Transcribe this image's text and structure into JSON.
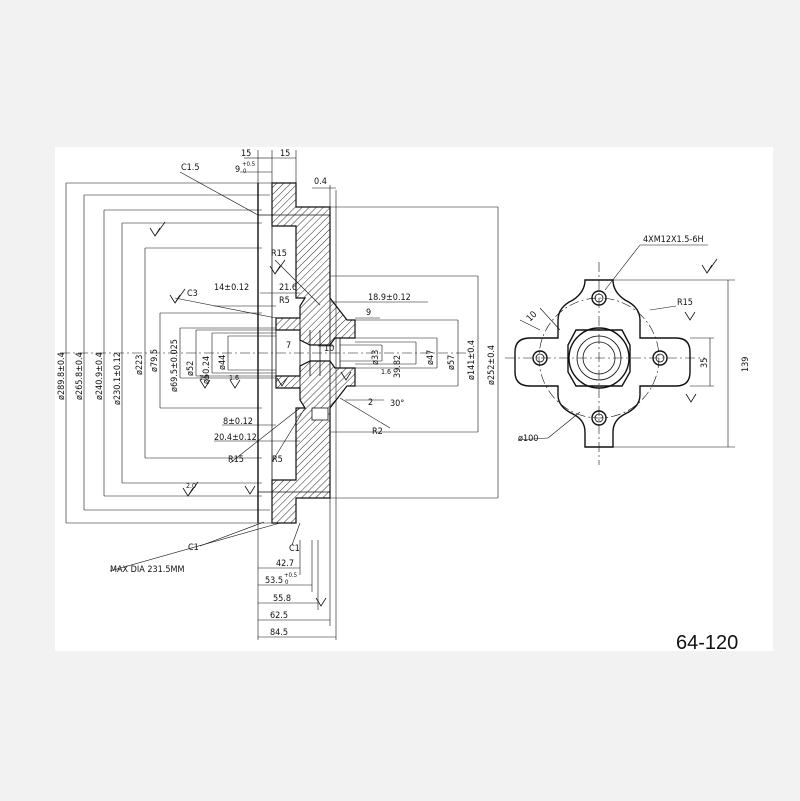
{
  "part_number": "64-120",
  "colors": {
    "background": "#f2f2f2",
    "sheet": "#ffffff",
    "ink": "#111111"
  },
  "dimensions_section": {
    "top_15_a": "15",
    "top_15_b": "15",
    "nine": "9",
    "nine_tol": "+0.5",
    "nine_tol2": "0",
    "c15": "C1.5",
    "t04": "0.4",
    "r15_upper": "R15",
    "d216": "21.6",
    "d14": "14±0.12",
    "r5_upper": "R5",
    "c3": "C3",
    "d189": "18.9±0.12",
    "d9_right": "9",
    "d7": "7",
    "d10": "10",
    "d2": "2",
    "deg30": "30°",
    "d8": "8±0.12",
    "d204": "20.4±0.12",
    "r2": "R2",
    "r15_lower": "R15",
    "r5_lower": "R5",
    "c1_left": "C1",
    "c1_right": "C1",
    "max_dia": "MAX DIA 231.5MM",
    "l427": "42.7",
    "l535": "53.5",
    "l535_tol": "+0.5",
    "l535_tol2": "0",
    "l558": "55.8",
    "l625": "62.5",
    "l845": "84.5",
    "rough_16a": "1.6",
    "rough_16b": "1.6",
    "rough_16c": "1.6",
    "rough_20": "2.0",
    "dia_2898": "ø289.8±0.4",
    "dia_2658": "ø265.8±0.4",
    "dia_2409": "ø240.9±0.4",
    "dia_2301": "ø230.1±0.12",
    "dia_223": "ø223",
    "dia_795": "ø79.5",
    "dia_695": "ø69.5±0.025",
    "dia_52": "ø52",
    "dia_502": "ø50.24",
    "dia_44": "ø44",
    "dia_33": "ø33",
    "dia_3982": "39.82",
    "dia_47": "ø47",
    "dia_57": "ø57",
    "dia_141": "ø141±0.4",
    "dia_252": "ø252±0.4"
  },
  "dimensions_end_view": {
    "thread": "4XM12X1.5-6H",
    "r15": "R15",
    "ten": "10",
    "d35": "35",
    "d139": "139",
    "d100": "ø100"
  }
}
